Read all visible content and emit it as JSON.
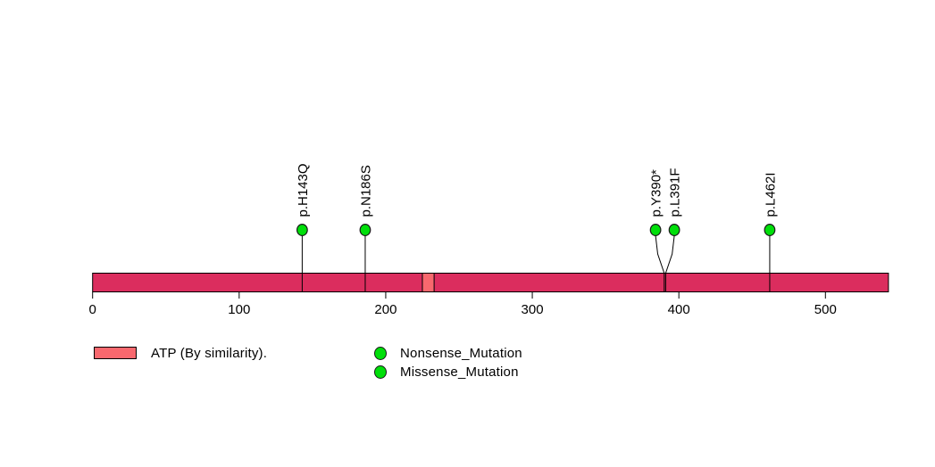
{
  "chart_data": {
    "type": "scatter",
    "subtype": "protein-mutation-lollipop",
    "title": "",
    "xlabel": "",
    "ylabel": "",
    "axis": {
      "xlim": [
        0,
        543
      ],
      "ticks": [
        0,
        100,
        200,
        300,
        400,
        500
      ],
      "grid": false
    },
    "protein": {
      "length": 543,
      "backbone_color": "#db2d5e",
      "domains": [
        {
          "name": "ATP (By similarity).",
          "start": 225,
          "end": 233,
          "color": "#f8686e"
        }
      ]
    },
    "mutations": [
      {
        "label": "p.H143Q",
        "position": 143,
        "type": "Missense_Mutation"
      },
      {
        "label": "p.N186S",
        "position": 186,
        "type": "Missense_Mutation"
      },
      {
        "label": "p.Y390*",
        "position": 390,
        "type": "Nonsense_Mutation"
      },
      {
        "label": "p.L391F",
        "position": 391,
        "type": "Missense_Mutation"
      },
      {
        "label": "p.L462I",
        "position": 462,
        "type": "Missense_Mutation"
      }
    ],
    "marker_colors": {
      "Nonsense_Mutation": "#00df0a",
      "Missense_Mutation": "#00df0a"
    },
    "marker_stroke": "#1a1a1a",
    "legend": {
      "position": "bottom",
      "domain_entries": [
        {
          "label": "ATP (By similarity).",
          "color": "#f8686e"
        }
      ],
      "mutation_entries": [
        {
          "label": "Nonsense_Mutation",
          "color": "#00df0a"
        },
        {
          "label": "Missense_Mutation",
          "color": "#00df0a"
        }
      ]
    }
  }
}
